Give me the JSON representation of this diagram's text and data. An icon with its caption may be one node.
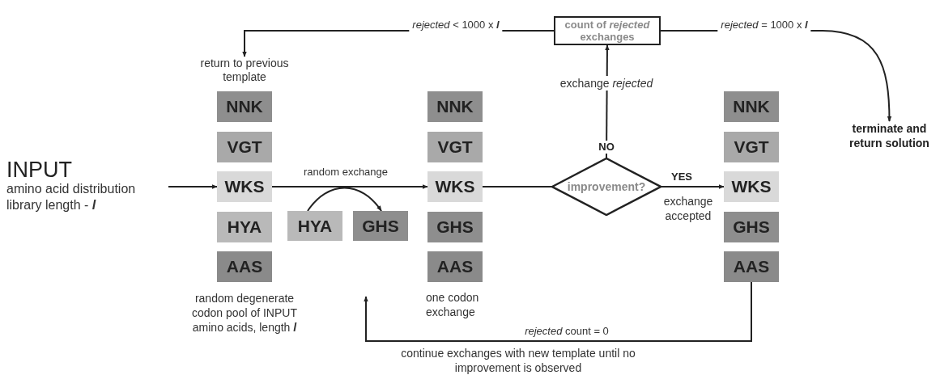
{
  "diagram": {
    "nodes": [
      {
        "text": [
          "INPUT",
          "amino acid distribution library length - **l**"
        ]
      },
      {
        "text": [
          "return to previous template"
        ]
      },
      {
        "text": [
          "NNK"
        ]
      },
      {
        "text": [
          "VGT"
        ]
      },
      {
        "text": [
          "WKS"
        ]
      },
      {
        "text": [
          "HYA"
        ]
      },
      {
        "text": [
          "AAS"
        ]
      },
      {
        "text": [
          "HYA"
        ]
      },
      {
        "text": [
          "GHS"
        ]
      },
      {
        "text": [
          "NNK"
        ]
      },
      {
        "text": [
          "VGT"
        ]
      },
      {
        "text": [
          "WKS"
        ]
      },
      {
        "text": [
          "GHS"
        ]
      },
      {
        "text": [
          "AAS"
        ],
        "beside": [
          "one codon exchange"
        ]
      },
      {
        "text": [
          "count of *rejected* exchanges"
        ]
      },
      {
        "text": [
          "improvement?"
        ]
      },
      {
        "text": [
          "NNK"
        ]
      },
      {
        "text": [
          "VGT"
        ]
      },
      {
        "text": [
          "WKS"
        ]
      },
      {
        "text": [
          "GHS"
        ]
      },
      {
        "text": [
          "AAS"
        ]
      },
      {
        "text": [
          "terminate and return solution"
        ]
      }
    ],
    "edges": [
      {
        "from": 0,
        "to": 4,
        "arrow": "to"
      },
      {
        "from": 4,
        "to": 11,
        "arrow": "to",
        "label": "random exchange"
      },
      {
        "from": 7,
        "to": 8,
        "arrow": "to"
      },
      {
        "from": 11,
        "to": 15,
        "arrow": "none"
      },
      {
        "from": 15,
        "to": 18,
        "arrow": "to",
        "label": "YES"
      },
      {
        "from": 15,
        "to": 14,
        "arrow": "to",
        "label": "NO"
      },
      {
        "from": 14,
        "to": 1,
        "arrow": "to",
        "label": "*rejected* < 1000 x **l**"
      },
      {
        "from": 14,
        "to": 21,
        "arrow": "to",
        "label": "*rejected* = 1000 x **l**"
      },
      {
        "from": 20,
        "to": null,
        "arrow": "to",
        "label": "*rejected* count = 0"
      }
    ],
    "labels": [
      "random degenerate codon pool of INPUT amino acids, length **l**",
      "exchange accepted",
      "exchange *rejected*",
      "continue exchanges with new template until no improvement is observed"
    ]
  }
}
